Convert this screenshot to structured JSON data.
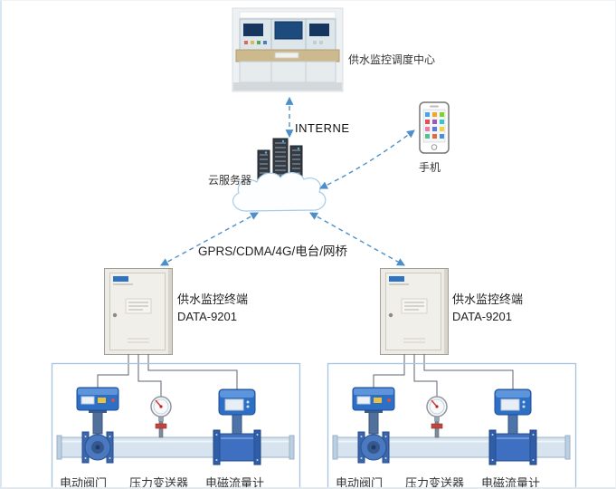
{
  "nodes": {
    "control_center": {
      "label": "供水监控调度中心"
    },
    "internet": {
      "label": "INTERNE"
    },
    "cloud": {
      "label": "云服务器"
    },
    "phone": {
      "label": "手机"
    },
    "link": {
      "label": "GPRS/CDMA/4G/电台/网桥"
    }
  },
  "sites": [
    {
      "terminal": {
        "name": "供水监控终端",
        "model": "DATA-9201"
      },
      "devices": {
        "valve": "电动阀门",
        "pressure": "压力变送器",
        "flowmeter": "电磁流量计"
      }
    },
    {
      "terminal": {
        "name": "供水监控终端",
        "model": "DATA-9201"
      },
      "devices": {
        "valve": "电动阀门",
        "pressure": "压力变送器",
        "flowmeter": "电磁流量计"
      }
    }
  ],
  "icons": {
    "control_center": "control-room-photo",
    "cloud_server": "server-cloud-icon",
    "phone": "smartphone-icon",
    "terminal": "control-cabinet-icon",
    "valve": "electric-valve-icon",
    "pressure": "pressure-gauge-icon",
    "flowmeter": "electromagnetic-flowmeter-icon"
  },
  "colors": {
    "arrow_blue": "#4c8fc9",
    "device_blue": "#2e6fc6",
    "pipe_blue": "#d7e4f0",
    "cabinet_beige": "#ecebe5",
    "zone_border": "#a7c4de"
  }
}
